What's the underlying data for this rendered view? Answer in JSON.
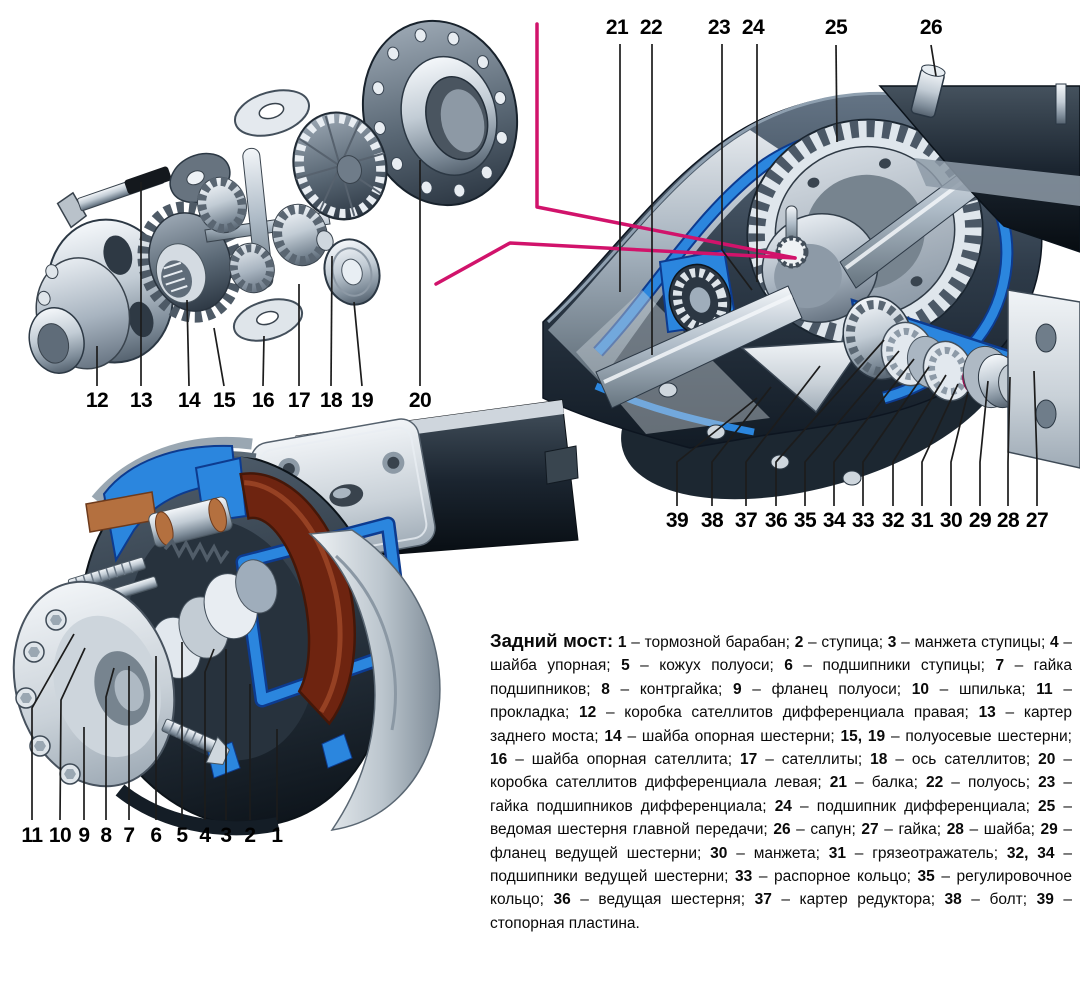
{
  "figure": {
    "type": "exploded-and-cutaway technical diagram",
    "subject": "Задний мост (rear axle): exploded differential, axle housing cutaway, brake drum assembly"
  },
  "callouts": {
    "top": [
      "21",
      "22",
      "23",
      "24",
      "25",
      "26"
    ],
    "middle_left": [
      "12",
      "13",
      "14",
      "15",
      "16",
      "17",
      "18",
      "19",
      "20"
    ],
    "bottom_left": [
      "11",
      "10",
      "9",
      "8",
      "7",
      "6",
      "5",
      "4",
      "3",
      "2",
      "1"
    ],
    "right": [
      "39",
      "38",
      "37",
      "36",
      "35",
      "34",
      "33",
      "32",
      "31",
      "30",
      "29",
      "28",
      "27"
    ]
  },
  "legend": {
    "title": "Задний мост:",
    "separator": "–",
    "terminator": ".",
    "entries": [
      {
        "n": "1",
        "t": "тормозной барабан"
      },
      {
        "n": "2",
        "t": "ступица"
      },
      {
        "n": "3",
        "t": "манжета ступицы"
      },
      {
        "n": "4",
        "t": "шайба упорная"
      },
      {
        "n": "5",
        "t": "кожух полуоси"
      },
      {
        "n": "6",
        "t": "подшипники ступицы"
      },
      {
        "n": "7",
        "t": "гайка подшипников"
      },
      {
        "n": "8",
        "t": "контргайка"
      },
      {
        "n": "9",
        "t": "фланец полуоси"
      },
      {
        "n": "10",
        "t": "шпилька"
      },
      {
        "n": "11",
        "t": "прокладка"
      },
      {
        "n": "12",
        "t": "коробка сателлитов дифференциала правая"
      },
      {
        "n": "13",
        "t": "картер заднего моста"
      },
      {
        "n": "14",
        "t": "шайба опорная шестерни"
      },
      {
        "n": "15, 19",
        "t": "полуосевые шестерни"
      },
      {
        "n": "16",
        "t": "шайба опорная сателлита"
      },
      {
        "n": "17",
        "t": "сателлиты"
      },
      {
        "n": "18",
        "t": "ось сателлитов"
      },
      {
        "n": "20",
        "t": "коробка сателлитов дифференциала левая"
      },
      {
        "n": "21",
        "t": "балка"
      },
      {
        "n": "22",
        "t": "полуось"
      },
      {
        "n": "23",
        "t": "гайка подшипников дифференциала"
      },
      {
        "n": "24",
        "t": "подшипник дифференциала"
      },
      {
        "n": "25",
        "t": "ведомая шестерня главной передачи"
      },
      {
        "n": "26",
        "t": "сапун"
      },
      {
        "n": "27",
        "t": "гайка"
      },
      {
        "n": "28",
        "t": "шайба"
      },
      {
        "n": "29",
        "t": "фланец ведущей шестерни"
      },
      {
        "n": "30",
        "t": "манжета"
      },
      {
        "n": "31",
        "t": "грязеотражатель"
      },
      {
        "n": "32, 34",
        "t": "подшипники ведущей шестерни"
      },
      {
        "n": "33",
        "t": "распорное кольцо"
      },
      {
        "n": "35",
        "t": "регулировочное кольцо"
      },
      {
        "n": "36",
        "t": "ведущая шестерня"
      },
      {
        "n": "37",
        "t": "картер редуктора"
      },
      {
        "n": "38",
        "t": "болт"
      },
      {
        "n": "39",
        "t": "стопорная пластина"
      }
    ]
  },
  "colors": {
    "cut_surface_blue": "#2b86de",
    "cut_outline_navy": "#0d3b8f",
    "callout_magenta": "#d1136b",
    "brake_lining_brown": "#6e2410",
    "housing_dark": "#1d2731",
    "metal_light": "#e8edf2",
    "leader_line": "#1c1c1c",
    "text": "#0a0a0a",
    "background": "#ffffff"
  }
}
